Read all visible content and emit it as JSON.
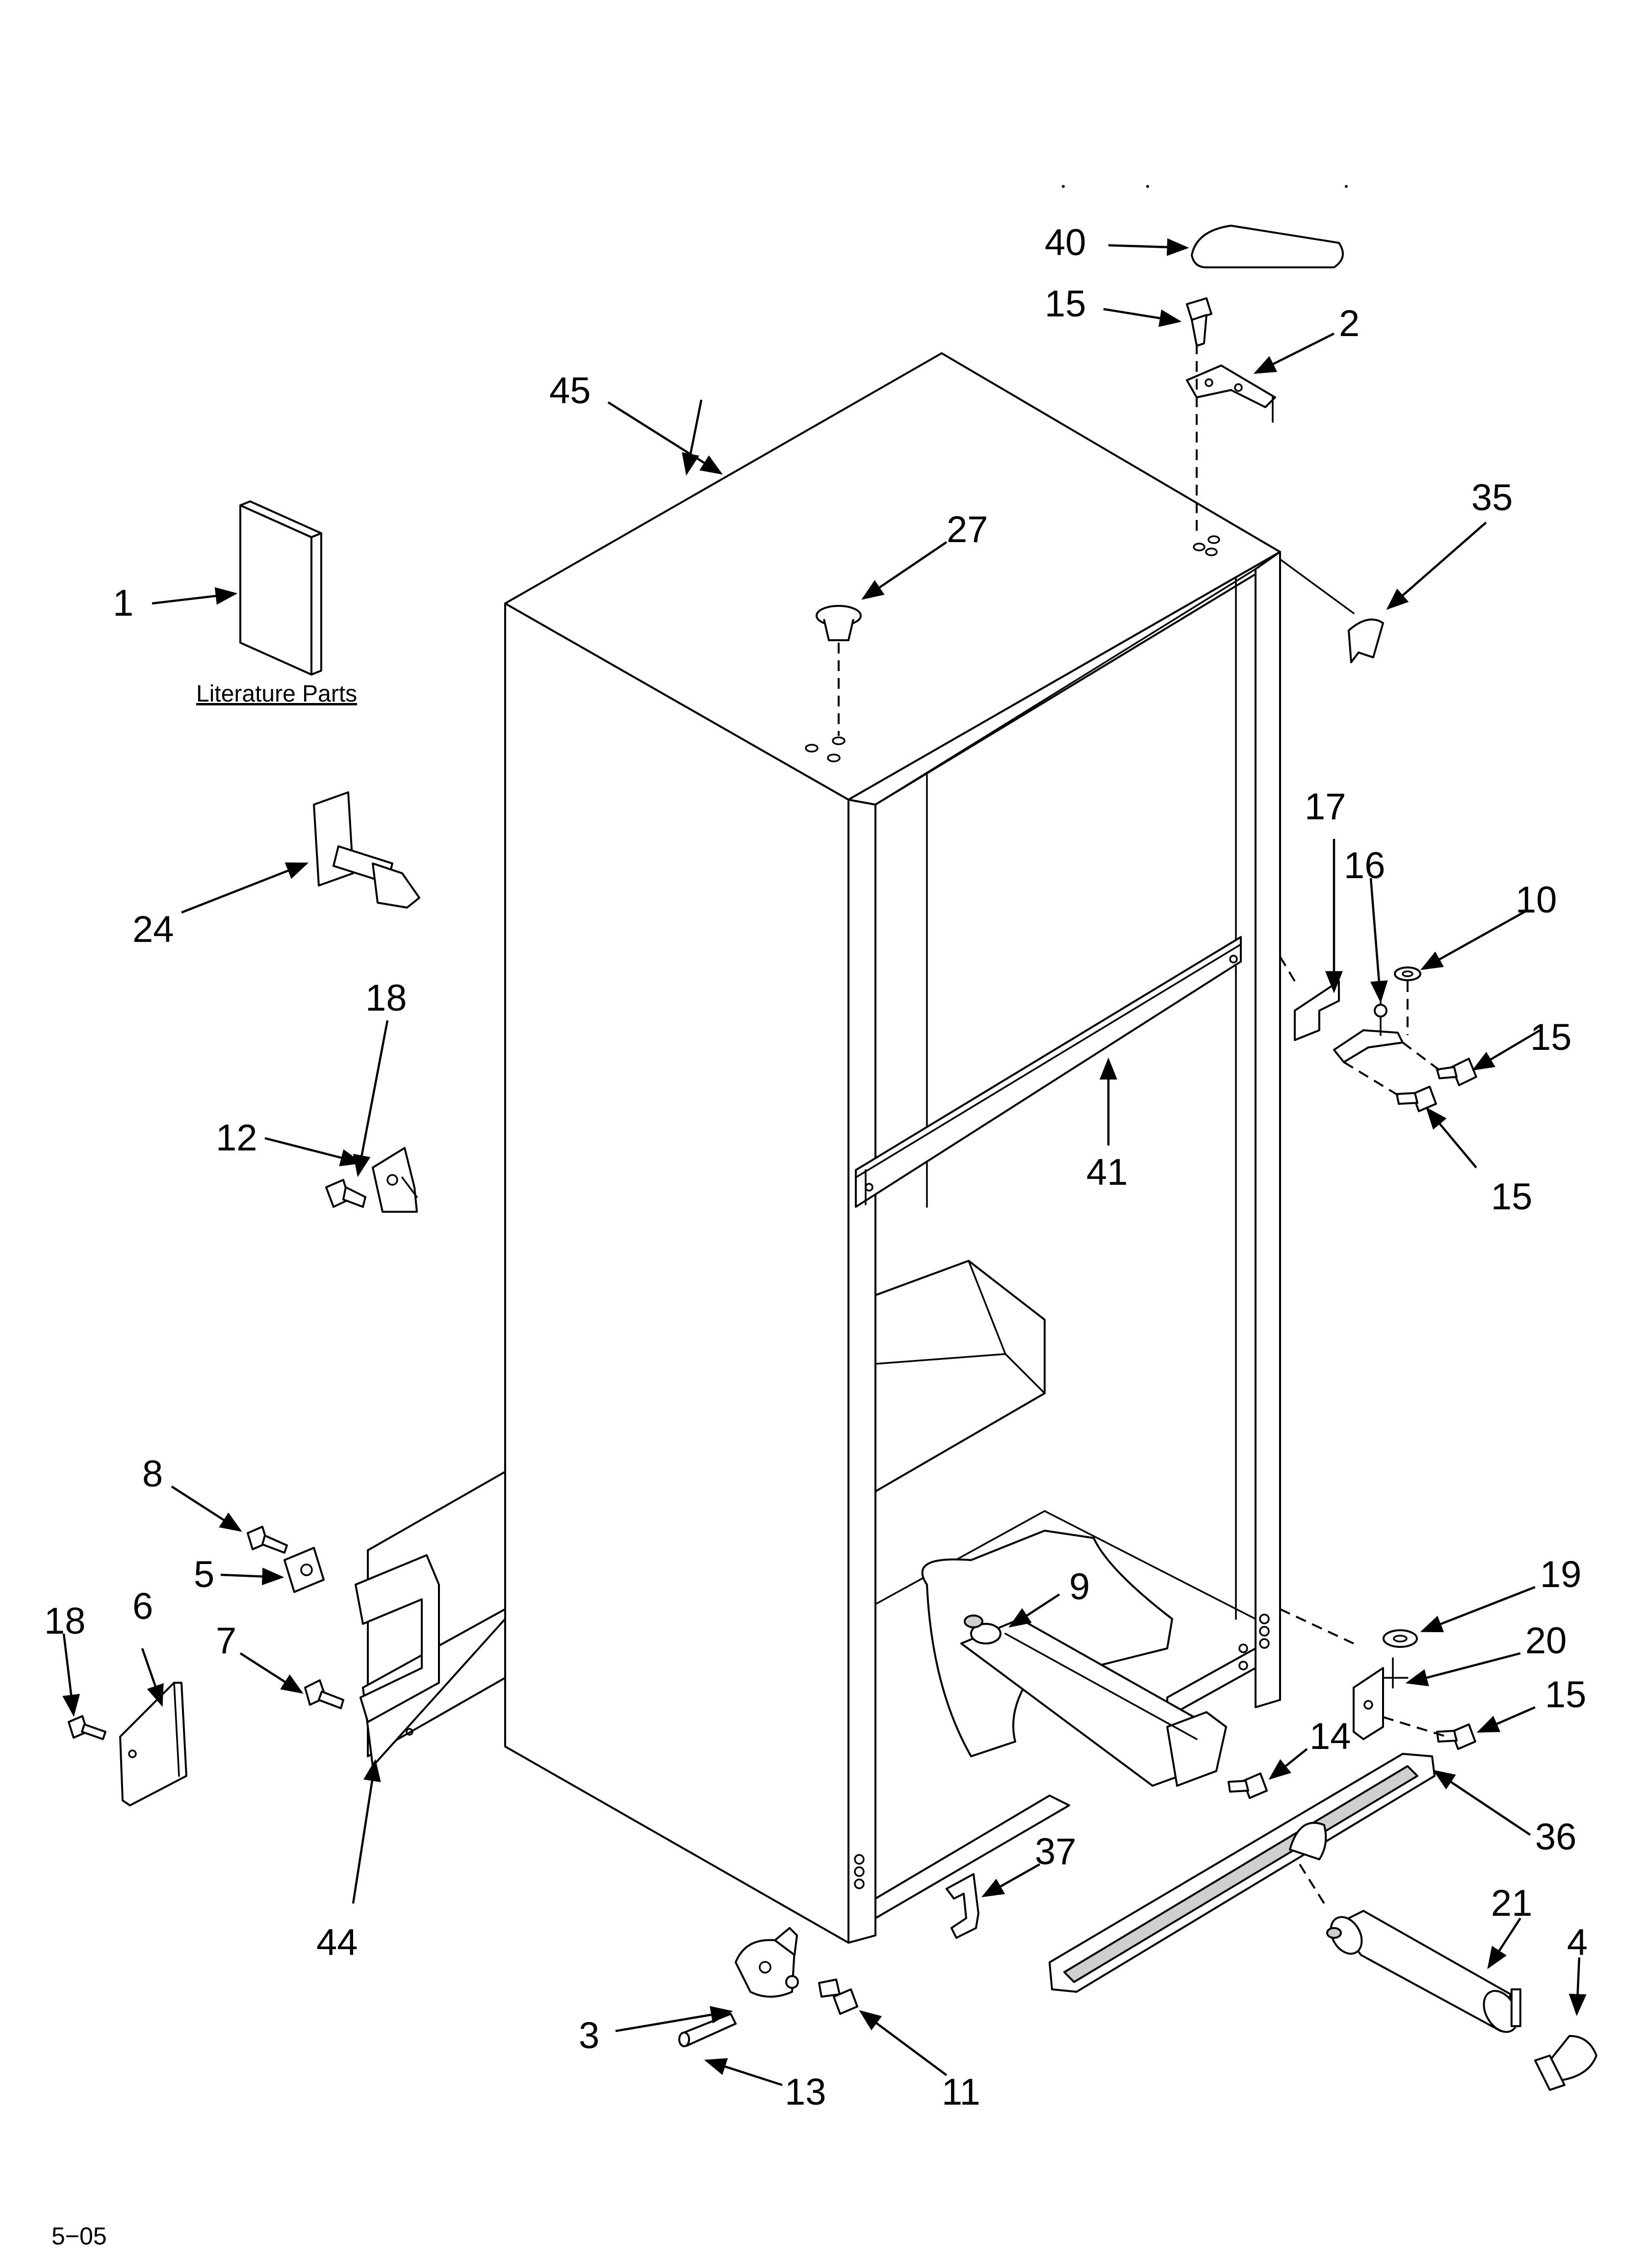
{
  "caption": "Literature Parts",
  "footer_code": "5−05",
  "callouts": [
    {
      "id": "c1",
      "label": "1"
    },
    {
      "id": "c2",
      "label": "2"
    },
    {
      "id": "c3",
      "label": "3"
    },
    {
      "id": "c4",
      "label": "4"
    },
    {
      "id": "c5",
      "label": "5"
    },
    {
      "id": "c6",
      "label": "6"
    },
    {
      "id": "c7",
      "label": "7"
    },
    {
      "id": "c8",
      "label": "8"
    },
    {
      "id": "c9",
      "label": "9"
    },
    {
      "id": "c10",
      "label": "10"
    },
    {
      "id": "c11",
      "label": "11"
    },
    {
      "id": "c12",
      "label": "12"
    },
    {
      "id": "c13",
      "label": "13"
    },
    {
      "id": "c14",
      "label": "14"
    },
    {
      "id": "c15a",
      "label": "15"
    },
    {
      "id": "c15b",
      "label": "15"
    },
    {
      "id": "c15c",
      "label": "15"
    },
    {
      "id": "c15d",
      "label": "15"
    },
    {
      "id": "c16",
      "label": "16"
    },
    {
      "id": "c17",
      "label": "17"
    },
    {
      "id": "c18a",
      "label": "18"
    },
    {
      "id": "c18b",
      "label": "18"
    },
    {
      "id": "c19",
      "label": "19"
    },
    {
      "id": "c20",
      "label": "20"
    },
    {
      "id": "c21",
      "label": "21"
    },
    {
      "id": "c24",
      "label": "24"
    },
    {
      "id": "c27",
      "label": "27"
    },
    {
      "id": "c35",
      "label": "35"
    },
    {
      "id": "c36",
      "label": "36"
    },
    {
      "id": "c37",
      "label": "37"
    },
    {
      "id": "c40",
      "label": "40"
    },
    {
      "id": "c41",
      "label": "41"
    },
    {
      "id": "c44",
      "label": "44"
    },
    {
      "id": "c45",
      "label": "45"
    }
  ]
}
